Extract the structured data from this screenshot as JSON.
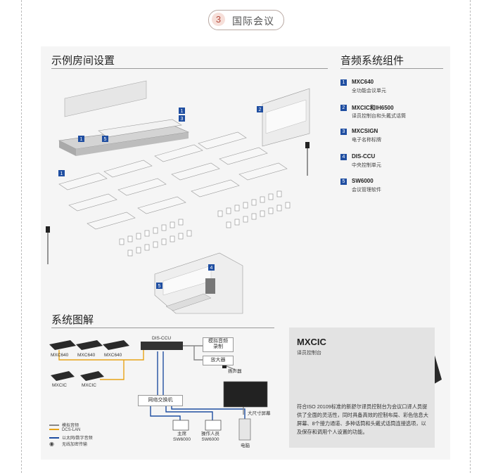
{
  "section": {
    "number": "3",
    "title": "国际会议"
  },
  "room": {
    "title": "示例房间设置"
  },
  "components": {
    "title": "音频系统组件",
    "items": [
      {
        "badge": "1",
        "name": "MXC640",
        "desc": "全功能会议单元"
      },
      {
        "badge": "2",
        "name": "MXCIC和IH6500",
        "desc": "译员控制台和头戴式话筒"
      },
      {
        "badge": "3",
        "name": "MXCSIGN",
        "desc": "电子名称标牌"
      },
      {
        "badge": "4",
        "name": "DIS-CCU",
        "desc": "中央控制单元"
      },
      {
        "badge": "5",
        "name": "SW6000",
        "desc": "会议管理软件"
      }
    ]
  },
  "room_badges": [
    "1",
    "3",
    "1",
    "5",
    "2",
    "1",
    "4",
    "5"
  ],
  "diagram": {
    "title": "系统图解",
    "ccu": "DIS-CCU",
    "analog_record": "模拟音频\n录制",
    "amplifier": "放大器",
    "speaker": "扬声器",
    "switch": "网络交换机",
    "big_screen": "大尺寸屏幕",
    "unit_labels": [
      "MXC640",
      "MXC640",
      "MXC640",
      "MXCIC",
      "MXCIC"
    ],
    "chair_laptop": "主席\nSW6000",
    "operator_laptop": "操作人员\nSW6000",
    "pc": "电脑",
    "legend": [
      {
        "label": "模拟音频",
        "color": "#888888"
      },
      {
        "label": "DCS-LAN",
        "color": "#e8a317"
      },
      {
        "label": "以太网/数字音频",
        "color": "#1f4ea1"
      },
      {
        "label": "无线加密传输",
        "color": "#222222"
      }
    ]
  },
  "mxcic": {
    "heading": "MXCIC",
    "subheading": "译员控制台",
    "description": "符合ISO 20109标准的新舒尔译员控制台为会议口译人员提供了全面的灵活性，同时具备高效的控制布局、彩色信息大屏幕、8个接力通道、多种话筒和头戴式话筒连接选项，以及保存和调用个人设置的功能。"
  },
  "colors": {
    "accent": "#1f4ea1",
    "dcs": "#e8a317",
    "analog": "#888888",
    "pill": "#b44a3c"
  }
}
